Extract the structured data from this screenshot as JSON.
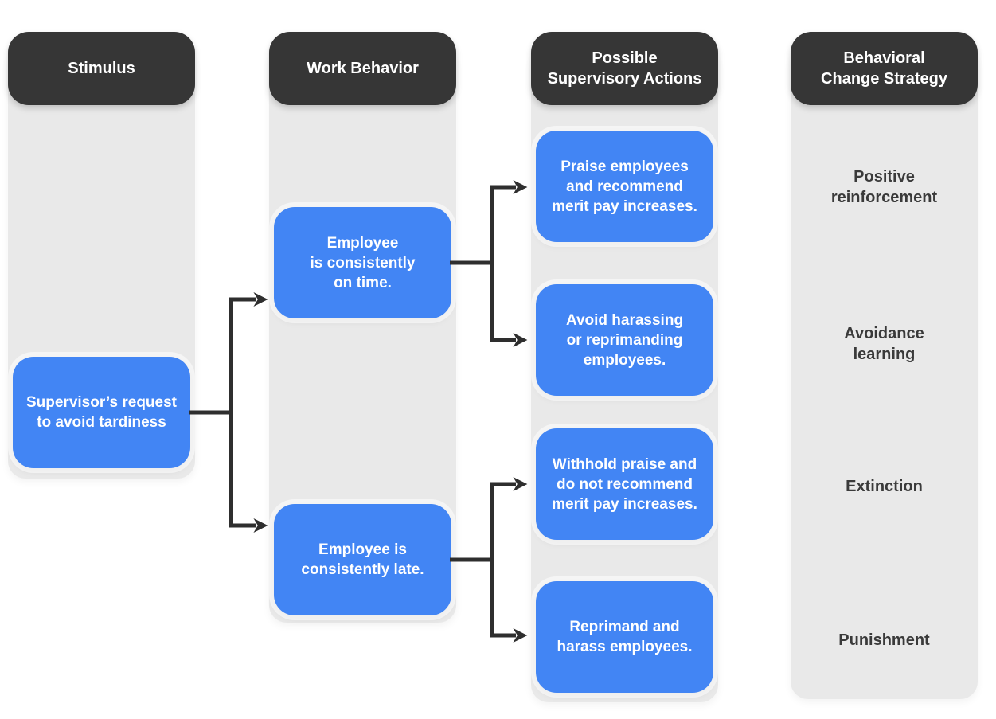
{
  "colors": {
    "accent_blue": "#4285f4",
    "header_dark": "#363636",
    "panel_gray": "#e9e9e9",
    "connector_dark": "#2e2e2e",
    "strategy_text": "#3a3a3a",
    "background": "#ffffff"
  },
  "columns": [
    {
      "header": "Stimulus",
      "boxes": [
        "Supervisor’s request\nto avoid tardiness"
      ]
    },
    {
      "header": "Work Behavior",
      "boxes": [
        "Employee\nis consistently\non time.",
        "Employee is\nconsistently late."
      ]
    },
    {
      "header": "Possible\nSupervisory Actions",
      "boxes": [
        "Praise employees\nand recommend\nmerit pay increases.",
        "Avoid harassing\nor reprimanding\nemployees.",
        "Withhold praise and\ndo not recommend\nmerit pay increases.",
        "Reprimand and\nharass employees."
      ]
    },
    {
      "header": "Behavioral\nChange Strategy",
      "strategies": [
        "Positive\nreinforcement",
        "Avoidance\nlearning",
        "Extinction",
        "Punishment"
      ]
    }
  ]
}
